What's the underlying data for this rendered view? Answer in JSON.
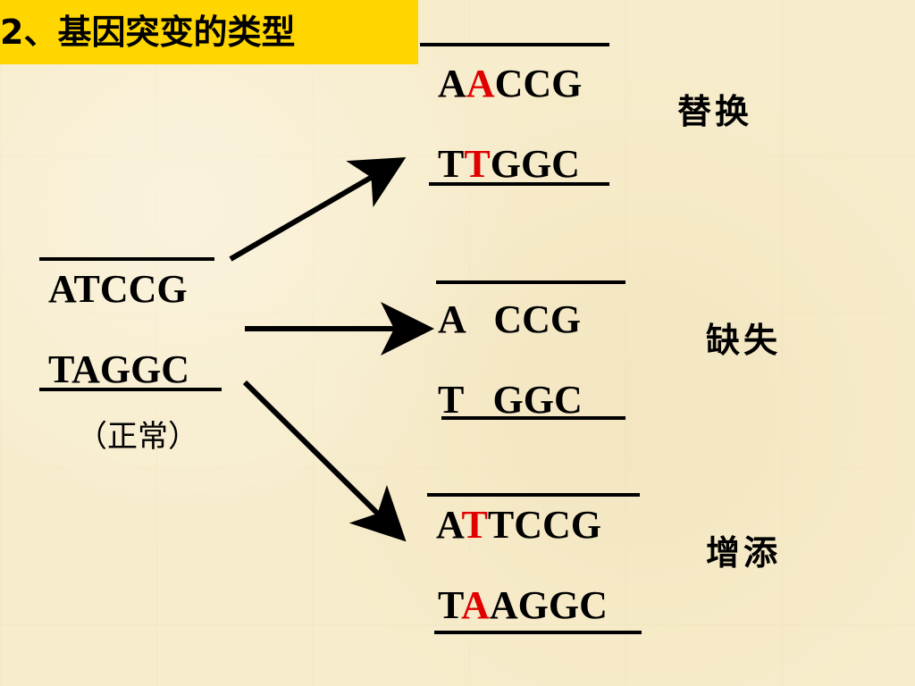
{
  "title": "2、基因突变的类型",
  "original": {
    "top": "ATCCG",
    "bottom": "TAGGC",
    "note": "（正常）"
  },
  "substitution": {
    "label": "替换",
    "top": {
      "pre": "A",
      "hl": "A",
      "post": "CCG"
    },
    "bottom": {
      "pre": "T",
      "hl": "T",
      "post": "GGC"
    }
  },
  "deletion": {
    "label": "缺失",
    "top": "A   CCG",
    "bottom": "T   GGC"
  },
  "insertion": {
    "label": "增添",
    "top": {
      "pre": "A",
      "hl": "T",
      "post": "TCCG"
    },
    "bottom": {
      "pre": "T",
      "hl": "A",
      "post": "AGGC"
    }
  },
  "colors": {
    "title_bg": "#ffd600",
    "highlight": "#e00000",
    "background": "#f7eccb"
  }
}
